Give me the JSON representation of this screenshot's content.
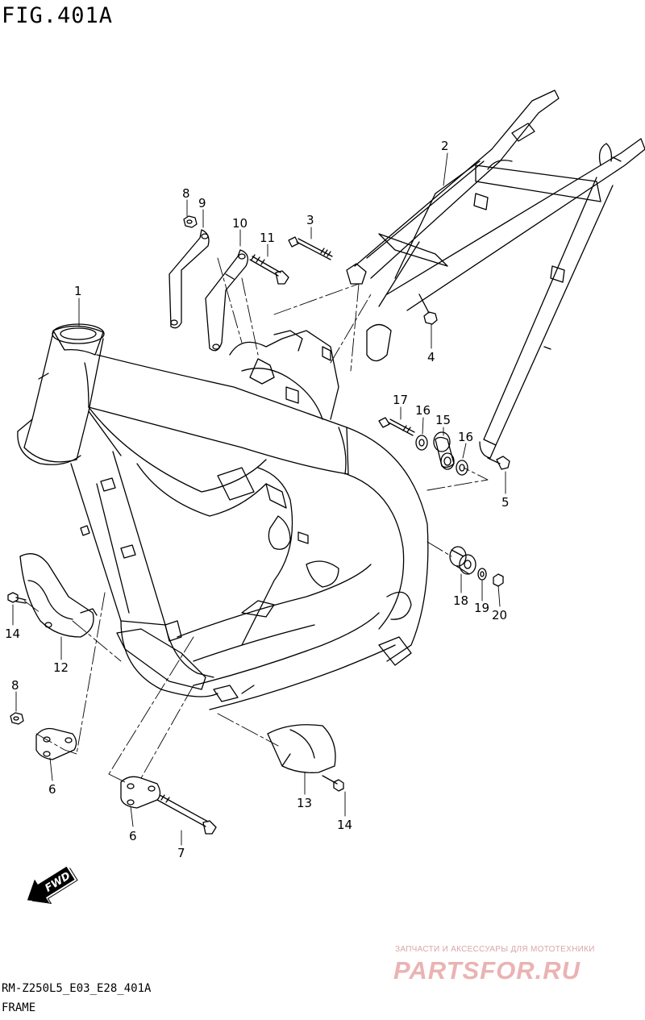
{
  "figure": {
    "title": "FIG.401A",
    "model_code": "RM-Z250L5_E03_E28_401A",
    "section_name": "FRAME"
  },
  "callouts": [
    {
      "number": "1"
    },
    {
      "number": "2"
    },
    {
      "number": "3"
    },
    {
      "number": "4"
    },
    {
      "number": "5"
    },
    {
      "number": "6"
    },
    {
      "number": "6"
    },
    {
      "number": "7"
    },
    {
      "number": "8"
    },
    {
      "number": "8"
    },
    {
      "number": "9"
    },
    {
      "number": "10"
    },
    {
      "number": "11"
    },
    {
      "number": "12"
    },
    {
      "number": "13"
    },
    {
      "number": "14"
    },
    {
      "number": "14"
    },
    {
      "number": "15"
    },
    {
      "number": "16"
    },
    {
      "number": "16"
    },
    {
      "number": "17"
    },
    {
      "number": "18"
    },
    {
      "number": "19"
    },
    {
      "number": "20"
    }
  ],
  "direction_marker": {
    "text": "FWD",
    "icon": "forward-arrow-icon"
  },
  "watermark": {
    "tagline": "ЗАПЧАСТИ И АКСЕССУАРЫ ДЛЯ МОТОТЕХНИКИ",
    "brand": "PARTSFOR.RU",
    "color": "#e8a0a0"
  }
}
